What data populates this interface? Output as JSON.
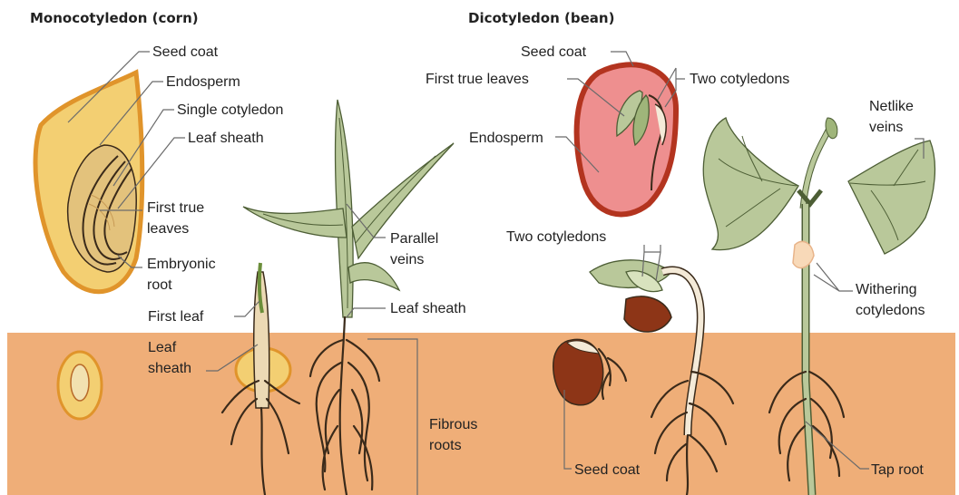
{
  "mono": {
    "title": "Monocotyledon (corn)",
    "labels": {
      "seed_coat": "Seed coat",
      "endosperm": "Endosperm",
      "single_cotyledon": "Single cotyledon",
      "leaf_sheath_top": "Leaf sheath",
      "first_true_1": "First true",
      "first_true_2": "leaves",
      "embryonic_1": "Embryonic",
      "embryonic_2": "root",
      "first_leaf": "First leaf",
      "leaf_sheath_1": "Leaf",
      "leaf_sheath_2": "sheath",
      "parallel_1": "Parallel",
      "parallel_2": "veins",
      "leaf_sheath_mid": "Leaf sheath",
      "fibrous_1": "Fibrous",
      "fibrous_2": "roots"
    }
  },
  "dicot": {
    "title": "Dicotyledon (bean)",
    "labels": {
      "seed_coat_top": "Seed coat",
      "first_true_leaves": "First true leaves",
      "two_cotyledons_top": "Two cotyledons",
      "endosperm": "Endosperm",
      "two_cotyledons_mid": "Two cotyledons",
      "netlike_1": "Netlike",
      "netlike_2": "veins",
      "withering_1": "Withering",
      "withering_2": "cotyledons",
      "seed_coat_bottom": "Seed coat",
      "tap_root": "Tap root"
    }
  },
  "colors": {
    "soil": "#efae78",
    "seed_yellow": "#f3cf72",
    "seed_orange": "#e0942b",
    "bean_pink": "#ee8f8f",
    "bean_red": "#b3341f",
    "bean_brown": "#8d3517",
    "leaf_green": "#b9c89a"
  }
}
